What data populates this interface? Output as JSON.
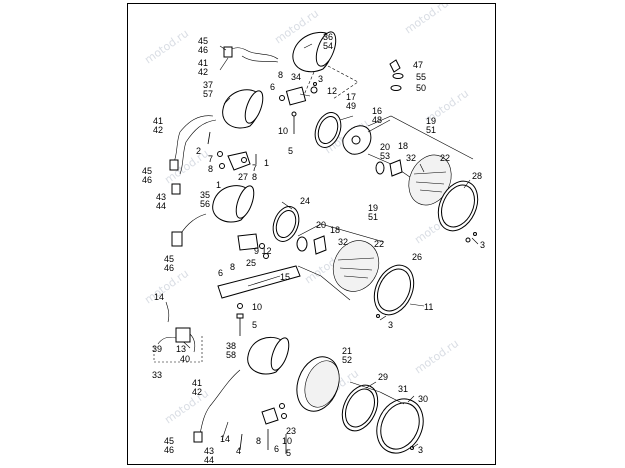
{
  "watermark": {
    "text": "motod.ru"
  },
  "callouts": [
    {
      "id": "c-36-54",
      "text": "36\n54"
    },
    {
      "id": "c-45-46-top",
      "text": "45\n46"
    },
    {
      "id": "c-41-42-top",
      "text": "41\n42"
    },
    {
      "id": "c-3-top",
      "text": "3"
    },
    {
      "id": "c-34",
      "text": "34"
    },
    {
      "id": "c-8-top",
      "text": "8"
    },
    {
      "id": "c-6-top",
      "text": "6"
    },
    {
      "id": "c-12-top",
      "text": "12"
    },
    {
      "id": "c-37-57",
      "text": "37\n57"
    },
    {
      "id": "c-17-49",
      "text": "17\n49"
    },
    {
      "id": "c-47",
      "text": "47"
    },
    {
      "id": "c-55",
      "text": "55"
    },
    {
      "id": "c-50",
      "text": "50"
    },
    {
      "id": "c-16-48",
      "text": "16\n48"
    },
    {
      "id": "c-19-51-top",
      "text": "19\n51"
    },
    {
      "id": "c-41-42-mid",
      "text": "41\n42"
    },
    {
      "id": "c-10-top",
      "text": "10"
    },
    {
      "id": "c-5-top",
      "text": "5"
    },
    {
      "id": "c-2",
      "text": "2"
    },
    {
      "id": "c-1-a",
      "text": "1"
    },
    {
      "id": "c-7-a",
      "text": "7"
    },
    {
      "id": "c-7-b",
      "text": "7"
    },
    {
      "id": "c-8-a",
      "text": "8"
    },
    {
      "id": "c-8-b",
      "text": "8"
    },
    {
      "id": "c-27",
      "text": "27"
    },
    {
      "id": "c-1-b",
      "text": "1"
    },
    {
      "id": "c-45-46-mid",
      "text": "45\n46"
    },
    {
      "id": "c-43-44-mid",
      "text": "43\n44"
    },
    {
      "id": "c-20-53",
      "text": "20\n53"
    },
    {
      "id": "c-18-top",
      "text": "18"
    },
    {
      "id": "c-32-top",
      "text": "32"
    },
    {
      "id": "c-22-top",
      "text": "22"
    },
    {
      "id": "c-28",
      "text": "28"
    },
    {
      "id": "c-3-right",
      "text": "3"
    },
    {
      "id": "c-35-56",
      "text": "35\n56"
    },
    {
      "id": "c-24",
      "text": "24"
    },
    {
      "id": "c-19-51-mid",
      "text": "19\n51"
    },
    {
      "id": "c-20-mid",
      "text": "20"
    },
    {
      "id": "c-18-mid",
      "text": "18"
    },
    {
      "id": "c-32-mid",
      "text": "32"
    },
    {
      "id": "c-22-mid",
      "text": "22"
    },
    {
      "id": "c-26",
      "text": "26"
    },
    {
      "id": "c-45-46-low",
      "text": "45\n46"
    },
    {
      "id": "c-6-mid",
      "text": "6"
    },
    {
      "id": "c-8-mid",
      "text": "8"
    },
    {
      "id": "c-25",
      "text": "25"
    },
    {
      "id": "c-9-12",
      "text": "9 12"
    },
    {
      "id": "c-15",
      "text": "15"
    },
    {
      "id": "c-14-mid",
      "text": "14"
    },
    {
      "id": "c-10-mid",
      "text": "10"
    },
    {
      "id": "c-11",
      "text": "11"
    },
    {
      "id": "c-3-mid",
      "text": "3"
    },
    {
      "id": "c-5-mid",
      "text": "5"
    },
    {
      "id": "c-39",
      "text": "39"
    },
    {
      "id": "c-13",
      "text": "13"
    },
    {
      "id": "c-40",
      "text": "40"
    },
    {
      "id": "c-33",
      "text": "33"
    },
    {
      "id": "c-38-58",
      "text": "38\n58"
    },
    {
      "id": "c-21-52",
      "text": "21\n52"
    },
    {
      "id": "c-41-42-low",
      "text": "41\n42"
    },
    {
      "id": "c-29",
      "text": "29"
    },
    {
      "id": "c-31",
      "text": "31"
    },
    {
      "id": "c-30",
      "text": "30"
    },
    {
      "id": "c-45-46-bot",
      "text": "45\n46"
    },
    {
      "id": "c-43-44-bot",
      "text": "43\n44"
    },
    {
      "id": "c-14-bot",
      "text": "14"
    },
    {
      "id": "c-4",
      "text": "4"
    },
    {
      "id": "c-8-bot",
      "text": "8"
    },
    {
      "id": "c-23",
      "text": "23"
    },
    {
      "id": "c-6-bot",
      "text": "6"
    },
    {
      "id": "c-10-bot",
      "text": "10"
    },
    {
      "id": "c-5-bot",
      "text": "5"
    },
    {
      "id": "c-3-bot",
      "text": "3"
    }
  ]
}
